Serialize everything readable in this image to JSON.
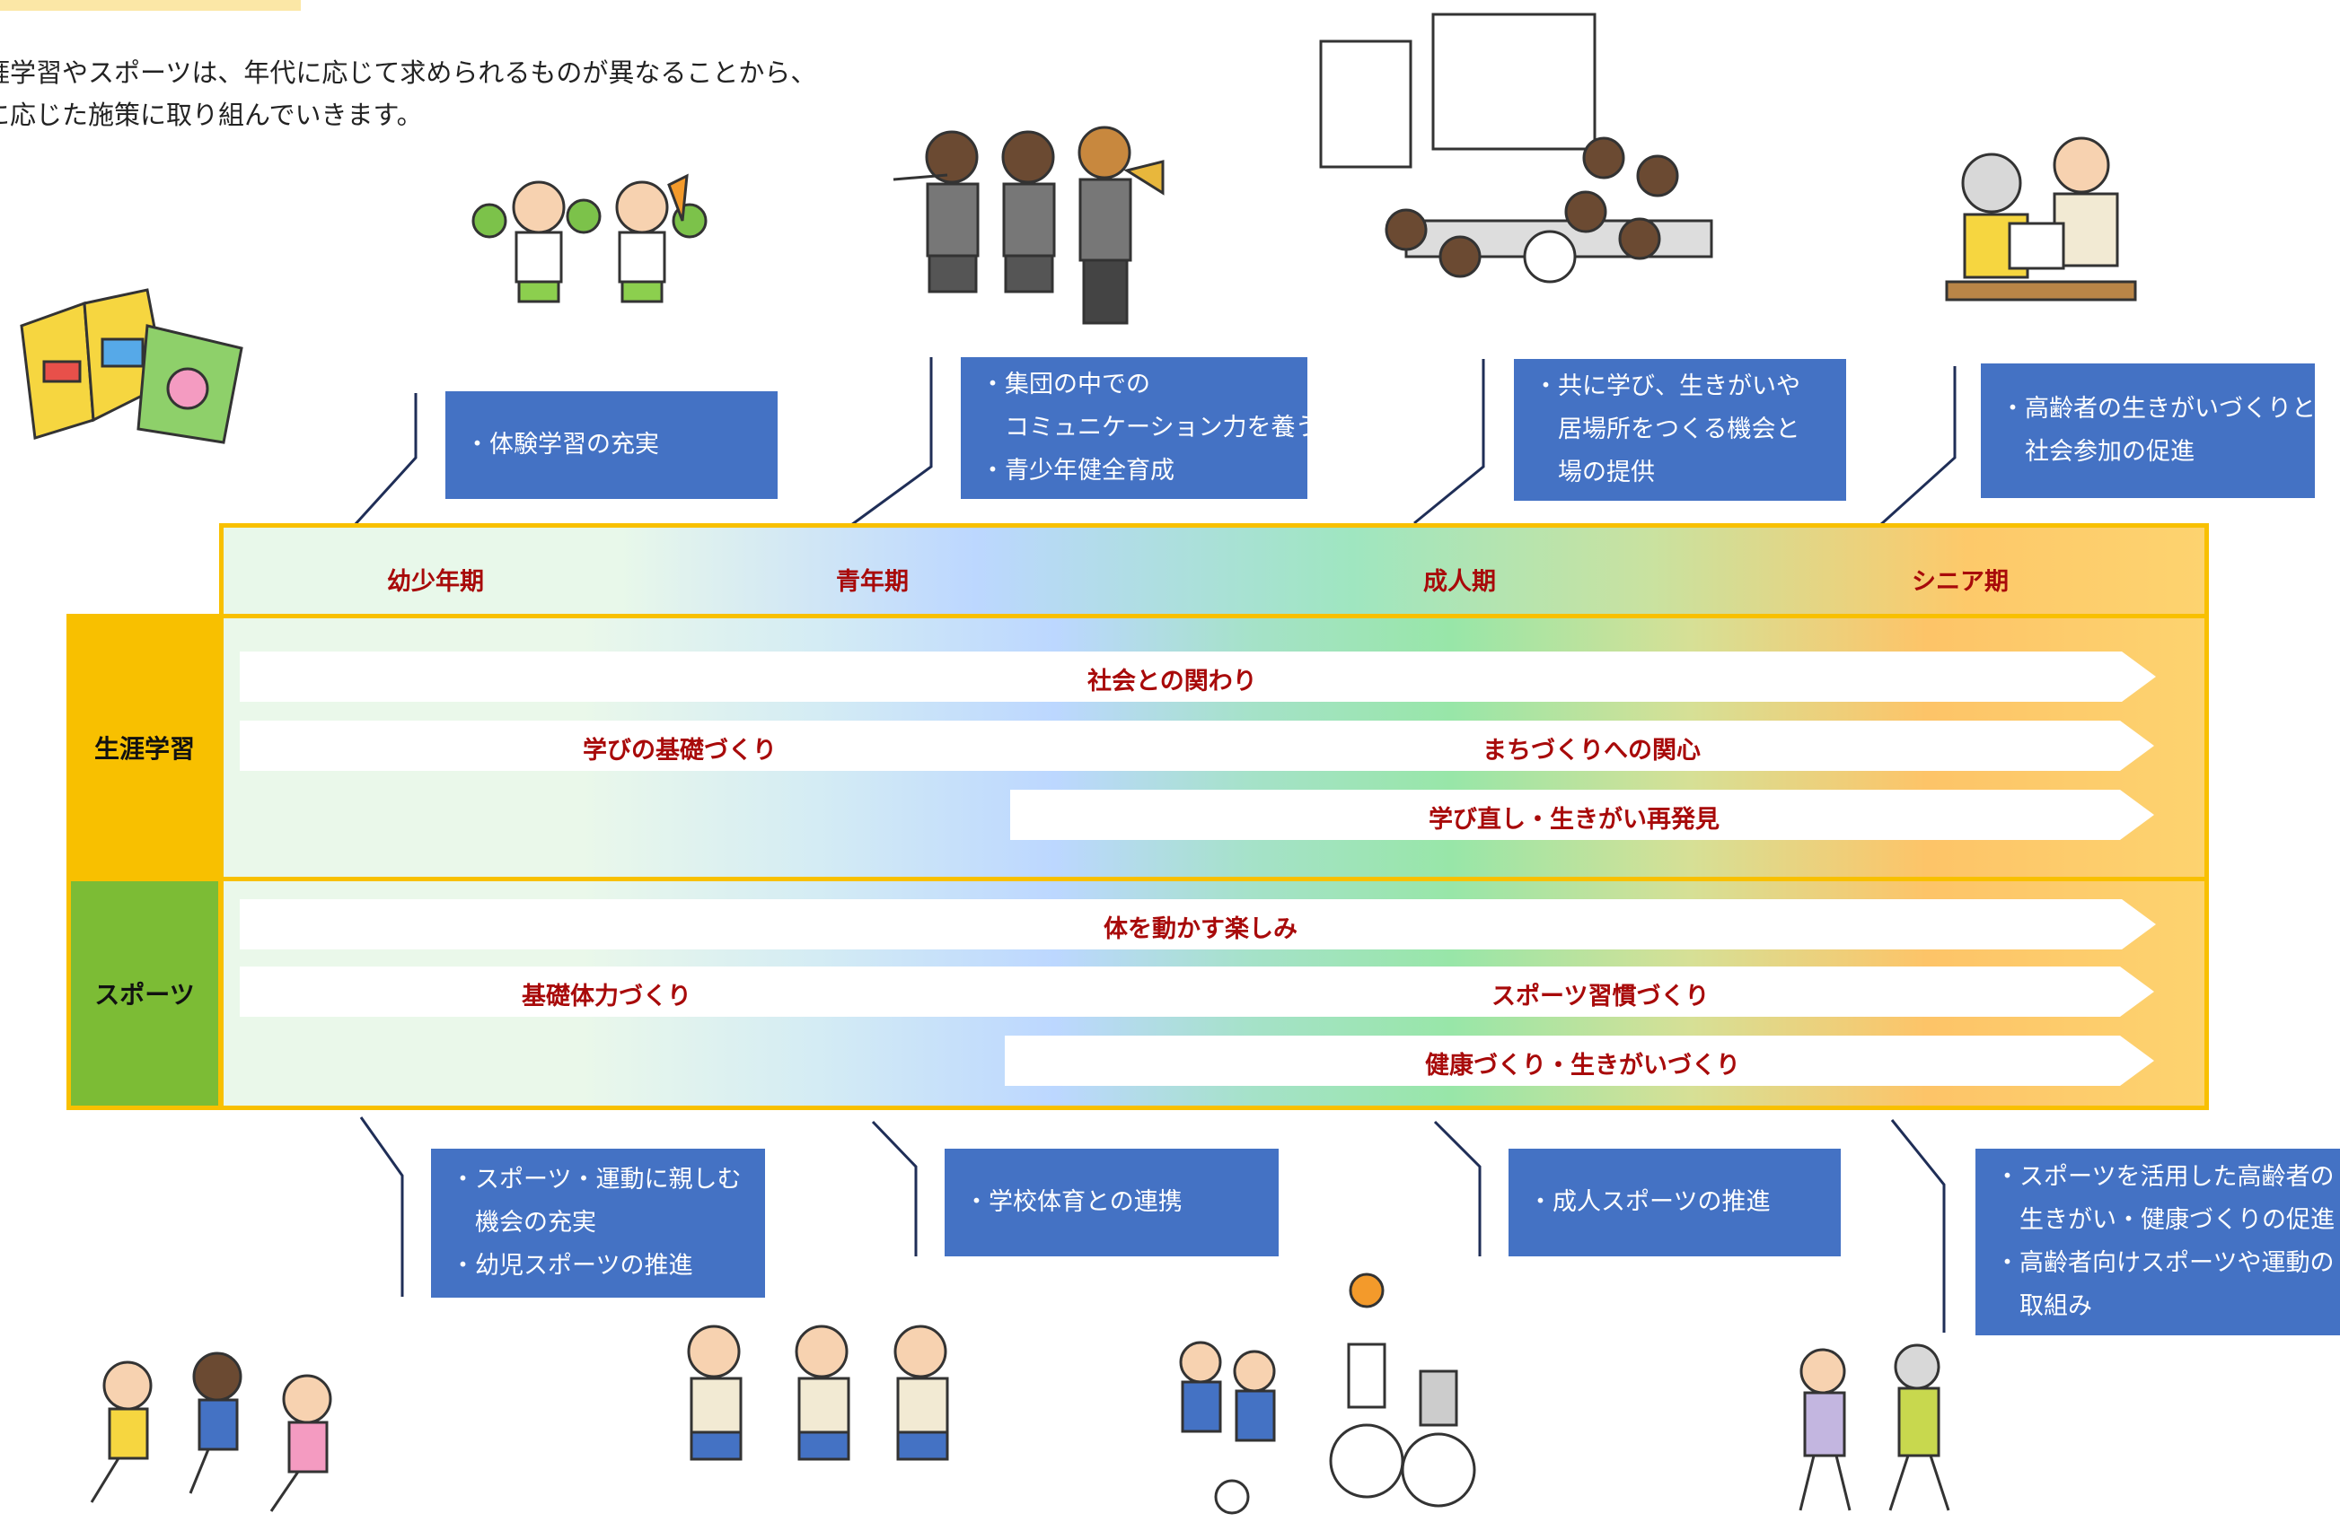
{
  "intro": {
    "line1": "涯学習やスポーツは、年代に応じて求められるものが異なることから、",
    "line2": "に応じた施策に取り組んでいきます。"
  },
  "periods": [
    "幼少年期",
    "青年期",
    "成人期",
    "シニア期"
  ],
  "categories": {
    "lifelong": "生涯学習",
    "sports": "スポーツ"
  },
  "lifelong_arrows": {
    "a1": "社会との関わり",
    "a2_left": "学びの基礎づくり",
    "a2_right": "まちづくりへの関心",
    "a3": "学び直し・生きがい再発見"
  },
  "sports_arrows": {
    "a1": "体を動かす楽しみ",
    "a2_left": "基礎体力づくり",
    "a2_right": "スポーツ習慣づくり",
    "a3": "健康づくり・生きがいづくり"
  },
  "top_boxes": {
    "child": [
      "・体験学習の充実"
    ],
    "youth": [
      "・集団の中での",
      "　コミュニケーション力を養う",
      "・青少年健全育成"
    ],
    "adult": [
      "・共に学び、生きがいや",
      "　居場所をつくる機会と",
      "　場の提供"
    ],
    "senior": [
      "・高齢者の生きがいづくりと",
      "　社会参加の促進"
    ]
  },
  "bottom_boxes": {
    "child": [
      "・スポーツ・運動に親しむ",
      "　機会の充実",
      "・幼児スポーツの推進"
    ],
    "youth": [
      "・学校体育との連携"
    ],
    "adult": [
      "・成人スポーツの推進"
    ],
    "senior": [
      "・スポーツを活用した高齢者の",
      "　生きがい・健康づくりの促進",
      "・高齢者向けスポーツや運動の",
      "　取組み"
    ]
  },
  "colors": {
    "box_blue": "#4472c4",
    "frame_yellow": "#f8c000",
    "label_red": "#a80a0a",
    "sports_green": "#7cbc35"
  }
}
